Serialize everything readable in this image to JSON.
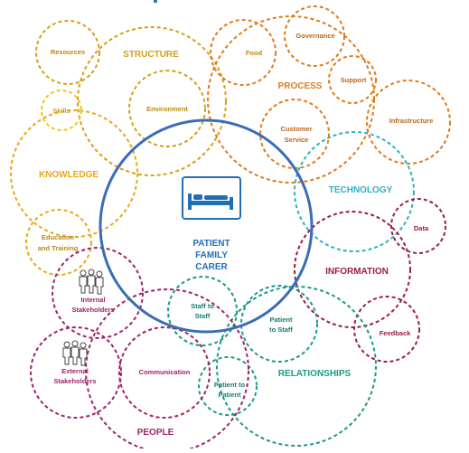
{
  "colors": {
    "structure": "#d4a017",
    "knowledge": "#e6a817",
    "skills": "#f0c419",
    "process": "#e07b1a",
    "technology": "#2bb3c0",
    "information": "#9b1b4a",
    "relationships": "#1a9a8a",
    "people": "#a0226b",
    "center": "#3a6db5"
  },
  "center": {
    "icon": "hospital-bed-icon",
    "line1": "PATIENT",
    "line2": "FAMILY",
    "line3": "CARER"
  },
  "groups": {
    "structure": "STRUCTURE",
    "knowledge": "KNOWLEDGE",
    "process": "PROCESS",
    "technology": "TECHNOLOGY",
    "information": "INFORMATION",
    "relationships": "RELATIONSHIPS",
    "people": "PEOPLE"
  },
  "items": {
    "resources": "Resources",
    "skills": "Skills",
    "environment": "Environment",
    "food": "Food",
    "governance": "Governance",
    "support": "Support",
    "infrastructure": "Infrastructure",
    "customer_service_1": "Customer",
    "customer_service_2": "Service",
    "education_1": "Education",
    "education_2": "and Training",
    "data": "Data",
    "feedback": "Feedback",
    "internal_1": "Internal",
    "internal_2": "Stakeholders",
    "external_1": "External",
    "external_2": "Stakeholders",
    "staff_to_staff_1": "Staff to",
    "staff_to_staff_2": "Staff",
    "patient_to_staff_1": "Patient",
    "patient_to_staff_2": "to Staff",
    "communication": "Communication",
    "patient_to_patient_1": "Patient to",
    "patient_to_patient_2": "Patient"
  },
  "people_icon": "people-group-icon"
}
